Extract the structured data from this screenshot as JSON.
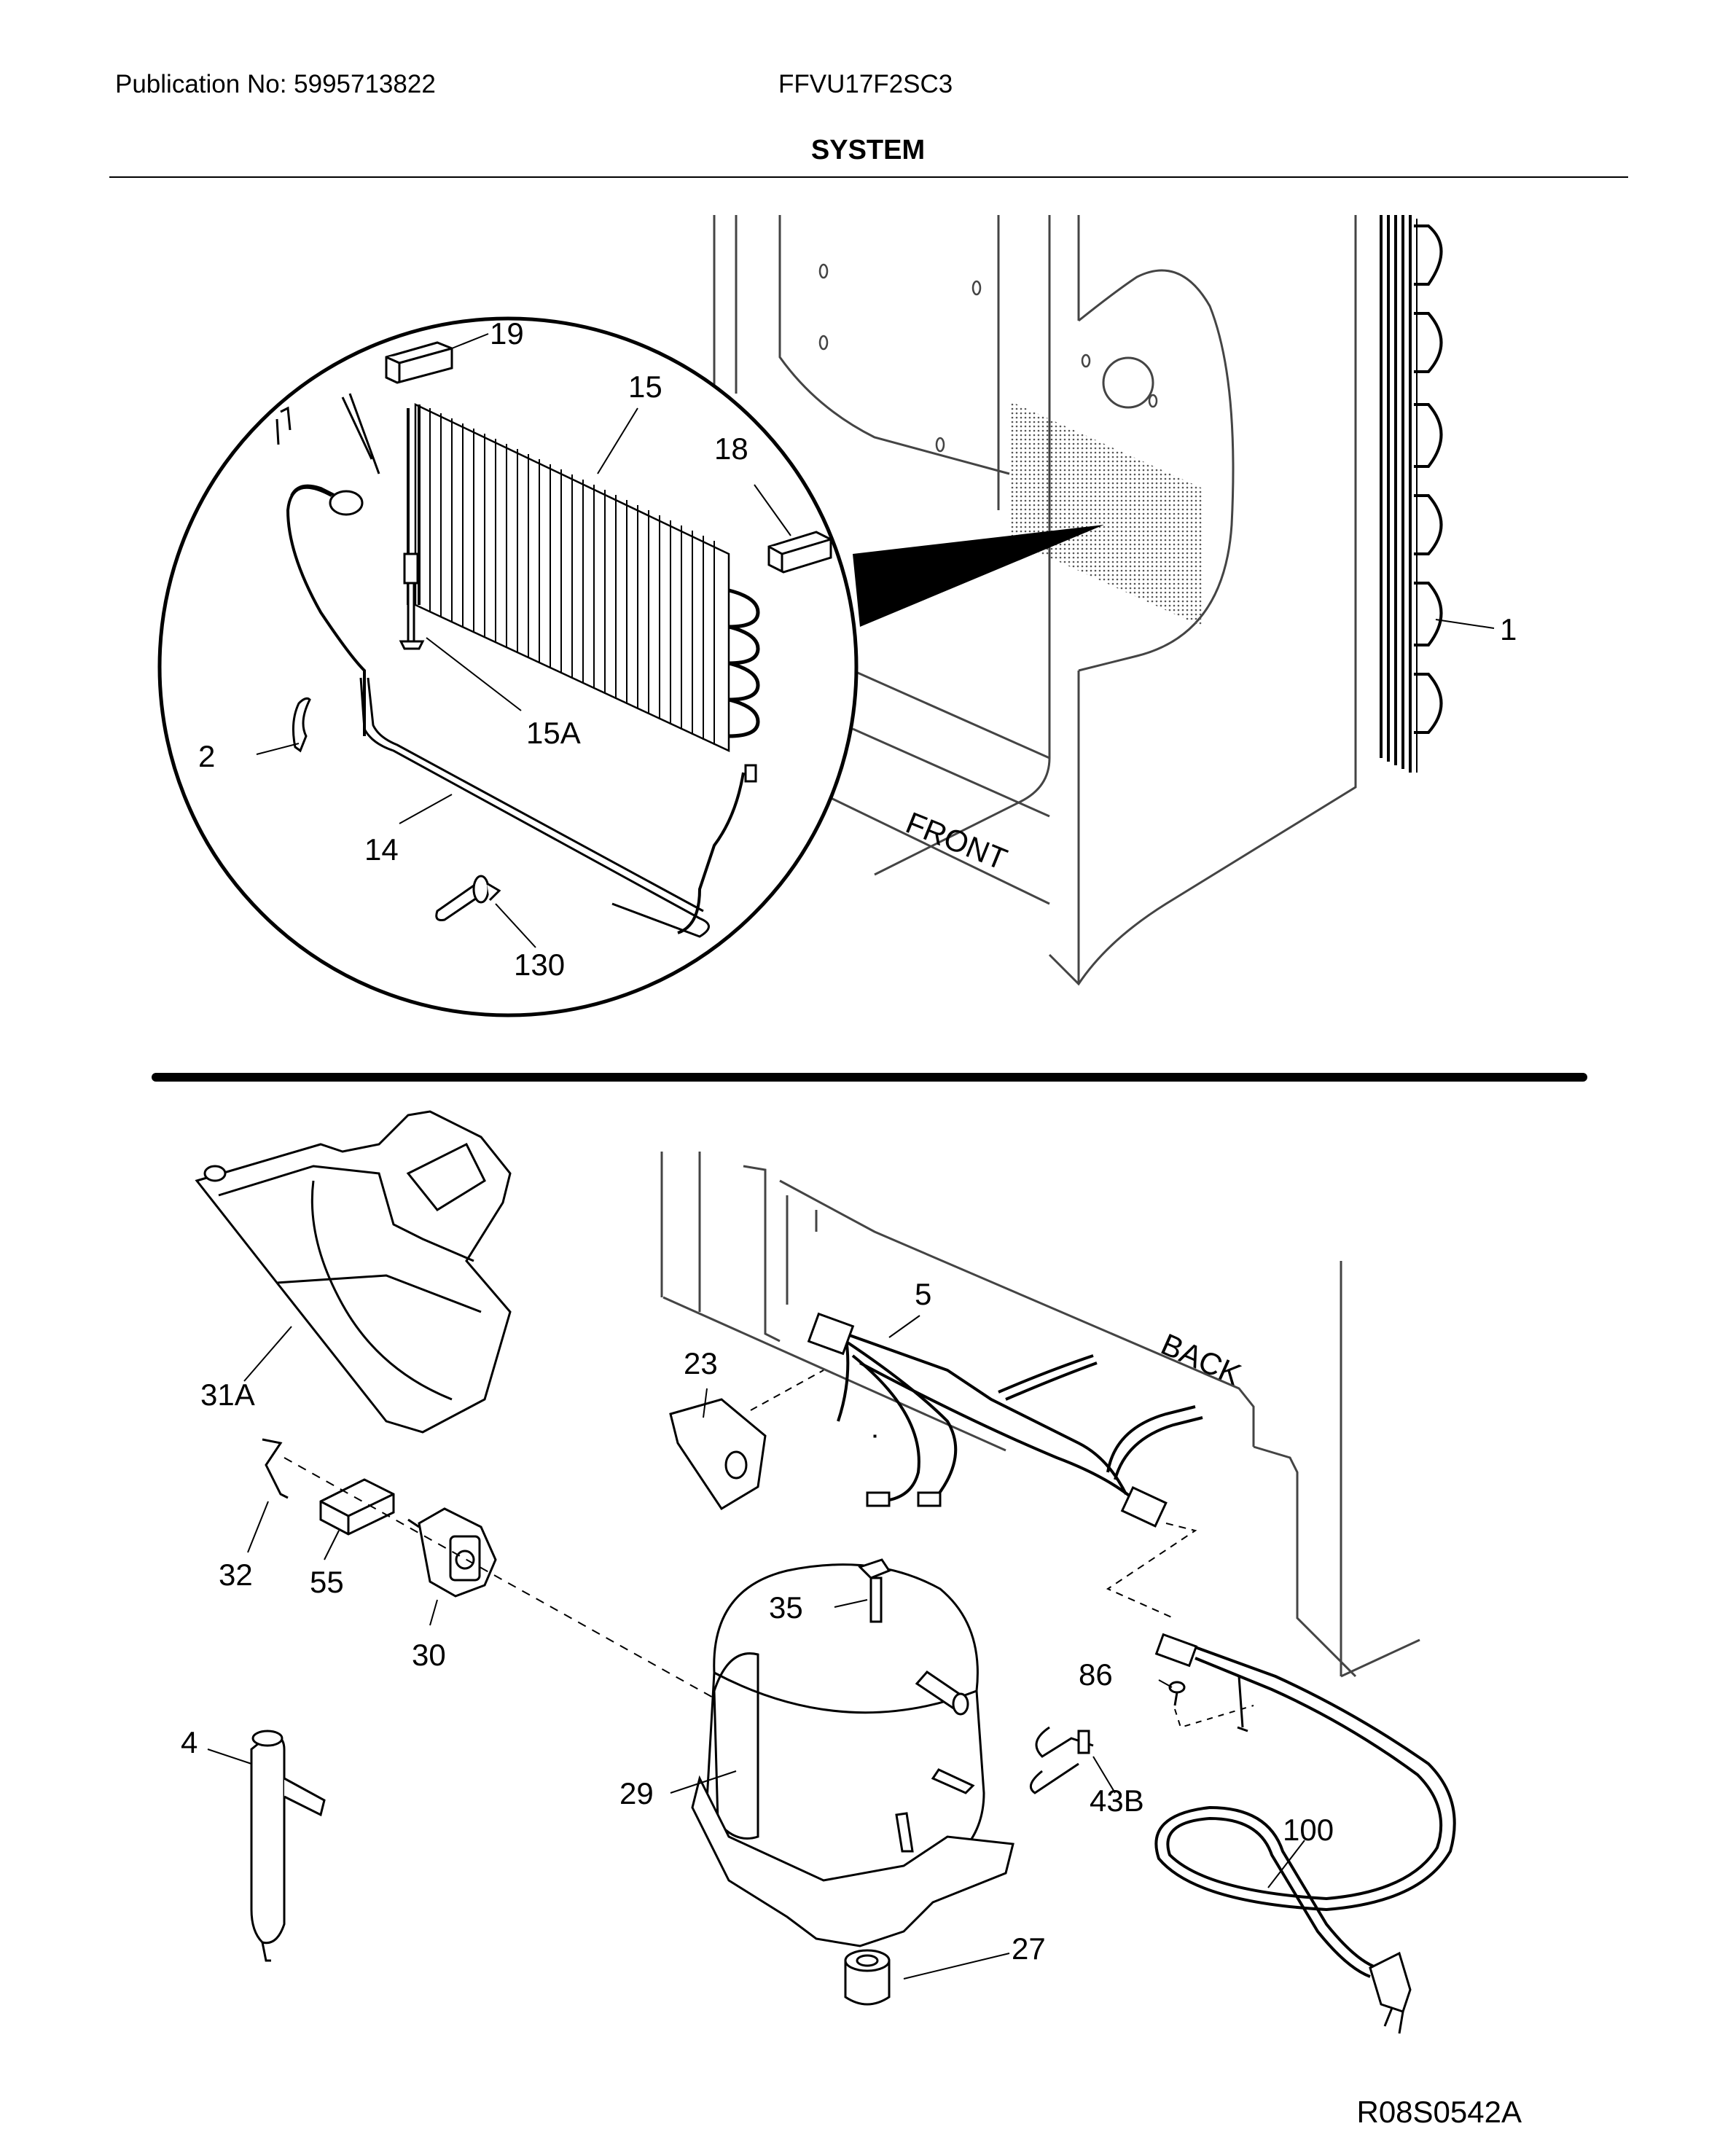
{
  "header": {
    "publication": "Publication No: 5995713822",
    "model": "FFVU17F2SC3",
    "section_title": "SYSTEM"
  },
  "labels": {
    "front": "FRONT",
    "back": "BACK"
  },
  "callouts": {
    "c19": "19",
    "c15": "15",
    "c18": "18",
    "c1": "1",
    "c15a": "15A",
    "c2": "2",
    "c14": "14",
    "c130": "130",
    "c31a": "31A",
    "c5": "5",
    "c23": "23",
    "c32": "32",
    "c55": "55",
    "c30": "30",
    "c35": "35",
    "c86": "86",
    "c4": "4",
    "c29": "29",
    "c43b": "43B",
    "c100": "100",
    "c27": "27"
  },
  "footer": {
    "drawing_id": "R08S0542A"
  }
}
